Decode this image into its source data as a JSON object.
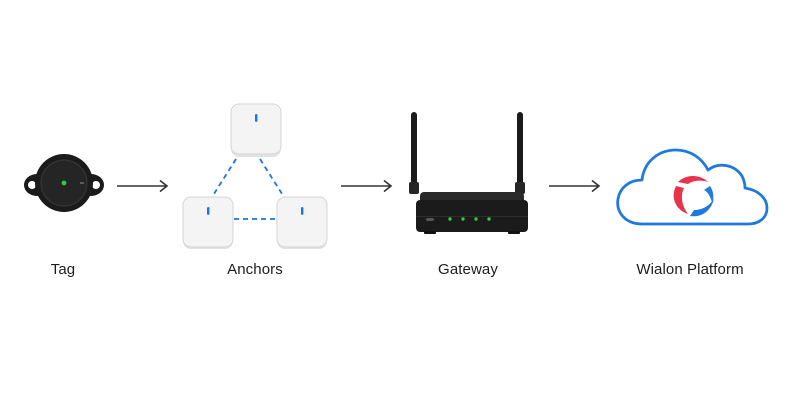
{
  "diagram": {
    "nodes": [
      {
        "id": "tag",
        "label": "Tag",
        "icon": "tracker-tag-icon"
      },
      {
        "id": "anchors",
        "label": "Anchors",
        "icon": "anchor-beacon-icon"
      },
      {
        "id": "gateway",
        "label": "Gateway",
        "icon": "router-icon"
      },
      {
        "id": "platform",
        "label": "Wialon Platform",
        "icon": "cloud-platform-icon"
      }
    ],
    "edges": [
      {
        "from": "tag",
        "to": "anchors"
      },
      {
        "from": "anchors",
        "to": "gateway"
      },
      {
        "from": "gateway",
        "to": "platform"
      }
    ]
  },
  "colors": {
    "accent_blue": "#1a73e8",
    "cloud_blue": "#1e7ae0",
    "logo_red": "#e8334a",
    "led_green": "#2ecc40",
    "device_dark": "#1b1b1b",
    "anchor_body": "#f3f3f3",
    "arrow": "#333333"
  }
}
